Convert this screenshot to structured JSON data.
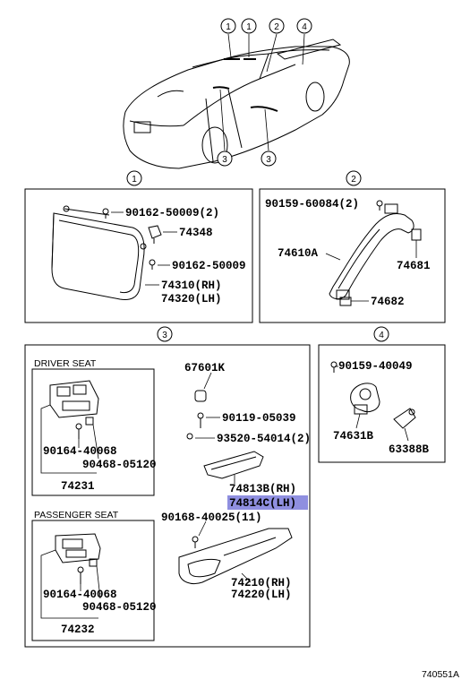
{
  "callouts": {
    "top": [
      "1",
      "1",
      "2",
      "4",
      "3",
      "3"
    ],
    "section1": "1",
    "section2": "2",
    "section3": "3",
    "section4": "4"
  },
  "sections": {
    "s1": {
      "parts": [
        "90162-50009(2)",
        "74348",
        "90162-50009",
        "74310(RH)",
        "74320(LH)"
      ]
    },
    "s2": {
      "parts": [
        "90159-60084(2)",
        "74610A",
        "74681",
        "74682"
      ]
    },
    "s3": {
      "driver_title": "DRIVER SEAT",
      "driver_parts": [
        "90164-40068",
        "90468-05120",
        "74231"
      ],
      "passenger_title": "PASSENGER SEAT",
      "passenger_parts": [
        "90164-40068",
        "90468-05120",
        "74232"
      ],
      "mid_parts": [
        "67601K",
        "90119-05039",
        "93520-54014(2)",
        "74813B(RH)",
        "74814C(LH)",
        "90168-40025(11)",
        "74210(RH)",
        "74220(LH)"
      ]
    },
    "s4": {
      "parts": [
        "90159-40049",
        "74631B",
        "63388B"
      ]
    }
  },
  "highlight_color": "#8f8fe0",
  "footer_code": "740551A"
}
